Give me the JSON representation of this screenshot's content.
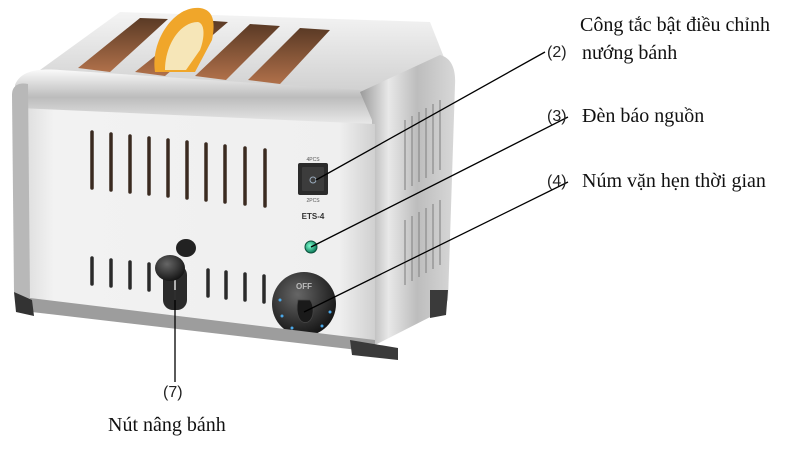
{
  "figure": {
    "subject": "Máy nướng bánh mì 4 ngăn",
    "model_marking": "ETS-4",
    "switch_top_marking": "4PCS",
    "switch_bottom_marking": "2PCS",
    "dial_marking": "OFF",
    "indicator_color": "#1aa37a",
    "body_color": "#e6e6e6",
    "knob_color": "#222222"
  },
  "callouts": [
    {
      "number": "(2)",
      "text_line1": "Công tắc bật điều chỉnh",
      "text_line2": "nướng bánh",
      "target": "power-selector-switch"
    },
    {
      "number": "(3)",
      "text": "Đèn báo nguồn",
      "target": "power-indicator-light"
    },
    {
      "number": "(4)",
      "text": "Núm vặn hẹn thời gian",
      "target": "timer-dial"
    },
    {
      "number": "(7)",
      "text": "Nút nâng bánh",
      "target": "bread-lift-lever"
    }
  ]
}
